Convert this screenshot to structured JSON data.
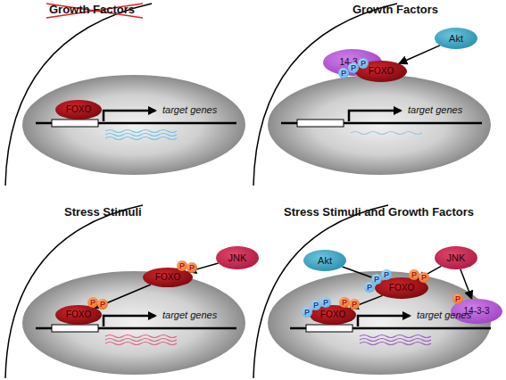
{
  "diagram": {
    "nodes": [
      {
        "text": [
          "FOXO"
        ]
      },
      {
        "text": [
          "Akt"
        ]
      },
      {
        "text": [
          "14-3-3"
        ]
      },
      {
        "text": [
          "P"
        ]
      },
      {
        "text": [
          "P"
        ]
      },
      {
        "text": [
          "P"
        ]
      },
      {
        "text": [
          "FOXO"
        ]
      },
      {
        "text": [
          "JNK"
        ]
      },
      {
        "text": [
          "P"
        ]
      },
      {
        "text": [
          "P"
        ]
      },
      {
        "text": [
          "FOXO"
        ]
      },
      {
        "text": [
          "FOXO"
        ]
      },
      {
        "text": [
          "P"
        ]
      },
      {
        "text": [
          "P"
        ]
      },
      {
        "text": [
          "Akt"
        ]
      },
      {
        "text": [
          "JNK"
        ]
      },
      {
        "text": [
          "P"
        ]
      },
      {
        "text": [
          "P"
        ]
      },
      {
        "text": [
          "P"
        ]
      },
      {
        "text": [
          "P"
        ]
      },
      {
        "text": [
          "P"
        ]
      },
      {
        "text": [
          "FOXO"
        ]
      },
      {
        "text": [
          "P"
        ]
      },
      {
        "text": [
          "14-3-3"
        ]
      },
      {
        "text": [
          "FOXO"
        ]
      },
      {
        "text": [
          "P"
        ]
      },
      {
        "text": [
          "P"
        ]
      },
      {
        "text": [
          "P"
        ]
      },
      {
        "text": [
          "P"
        ]
      },
      {
        "text": [
          "P"
        ]
      }
    ],
    "edges": [
      {
        "from": 1,
        "to": 6,
        "arrow": "to"
      },
      {
        "from": 7,
        "to": 10,
        "arrow": "to"
      },
      {
        "from": 10,
        "to": 11,
        "arrow": "to"
      },
      {
        "from": 14,
        "to": 21,
        "arrow": "to"
      },
      {
        "from": 15,
        "to": 21,
        "arrow": "to"
      },
      {
        "from": 15,
        "to": 23,
        "arrow": "to"
      },
      {
        "from": 21,
        "to": 24,
        "arrow": "to"
      }
    ],
    "labels": [
      "Growth Factors",
      "target genes",
      "Growth Factors",
      "target genes",
      "Stress Stimuli",
      "target genes",
      "Stress Stimuli and Growth Factors",
      "target genes"
    ]
  }
}
